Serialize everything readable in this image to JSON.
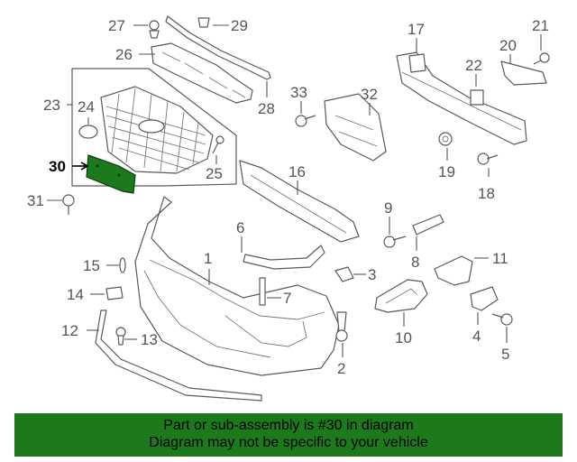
{
  "callouts": {
    "c1": "1",
    "c2": "2",
    "c3": "3",
    "c4": "4",
    "c5": "5",
    "c6": "6",
    "c7": "7",
    "c8": "8",
    "c9": "9",
    "c11": "11",
    "c12": "12",
    "c13": "13",
    "c14": "14",
    "c15": "15",
    "c16": "16",
    "c17": "17",
    "c18": "18",
    "c19": "19",
    "c20": "20",
    "c21": "21",
    "c22": "22",
    "c23": "23",
    "c24": "24",
    "c25": "25",
    "c26": "26",
    "c27": "27",
    "c28": "28",
    "c29": "29",
    "c30": "30",
    "c31": "31",
    "c32": "32",
    "c33": "33",
    "c10": "10"
  },
  "highlight_color": "#1c7a1c",
  "banner": {
    "line1": "Part or sub-assembly is #30 in diagram",
    "line2": "Diagram may not be specific to your vehicle"
  }
}
